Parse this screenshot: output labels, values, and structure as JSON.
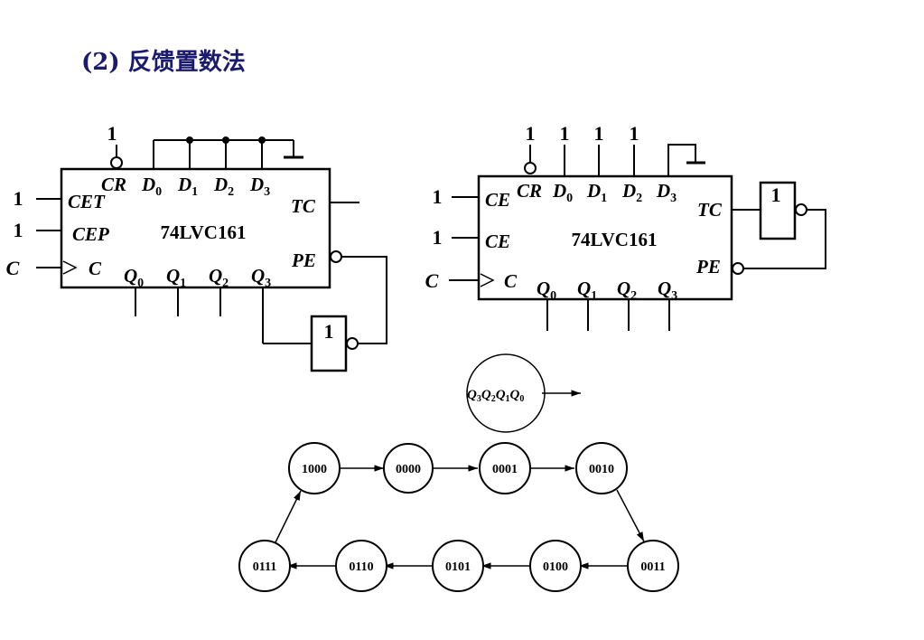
{
  "title": "(2) 反馈置数法",
  "circuit_left": {
    "chip": "74LVC161",
    "pins": {
      "cr": "CR",
      "d0": "D",
      "d1": "D",
      "d2": "D",
      "d3": "D",
      "cet": "CET",
      "cep": "CEP",
      "c": "C",
      "tc": "TC",
      "pe": "PE",
      "q0": "Q",
      "q1": "Q",
      "q2": "Q",
      "q3": "Q"
    },
    "subs": {
      "s0": "0",
      "s1": "1",
      "s2": "2",
      "s3": "3"
    },
    "inputs": {
      "cr": "1",
      "cet": "1",
      "cep": "1",
      "clk": "C"
    },
    "gate": "1"
  },
  "circuit_right": {
    "chip": "74LVC161",
    "pins": {
      "cr": "CR",
      "d0": "D",
      "d1": "D",
      "d2": "D",
      "d3": "D",
      "ce1": "CE",
      "ce2": "CE",
      "c": "C",
      "tc": "TC",
      "pe": "PE",
      "q0": "Q",
      "q1": "Q",
      "q2": "Q",
      "q3": "Q"
    },
    "subs": {
      "s0": "0",
      "s1": "1",
      "s2": "2",
      "s3": "3"
    },
    "inputs": {
      "cr": "1",
      "d0": "1",
      "d1": "1",
      "d2": "1",
      "ce1": "1",
      "ce2": "1",
      "clk": "C"
    },
    "gate": "1"
  },
  "legend": {
    "q": "Q",
    "s3": "3",
    "s2": "2",
    "s1": "1",
    "s0": "0"
  },
  "states": [
    "1000",
    "0000",
    "0001",
    "0010",
    "0011",
    "0100",
    "0101",
    "0110",
    "0111"
  ]
}
